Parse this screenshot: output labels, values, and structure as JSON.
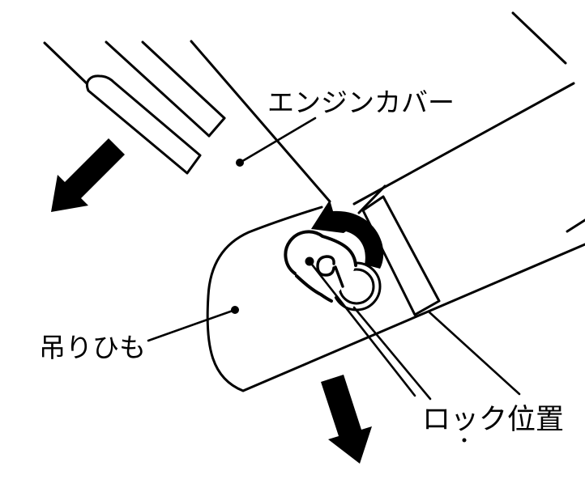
{
  "colors": {
    "background": "#ffffff",
    "ink": "#000000"
  },
  "labels": {
    "engine_cover": "エンジンカバー",
    "strap": "吊りひも",
    "lock_position": "ロック位置"
  },
  "icons": {
    "top_left_arrow": "thick-arrow-pointing-down-left",
    "bottom_right_arrow": "thick-arrow-pointing-down-right",
    "rotation_arrow": "curved-arrow-rotating-counterclockwise-toward-upper-left"
  }
}
